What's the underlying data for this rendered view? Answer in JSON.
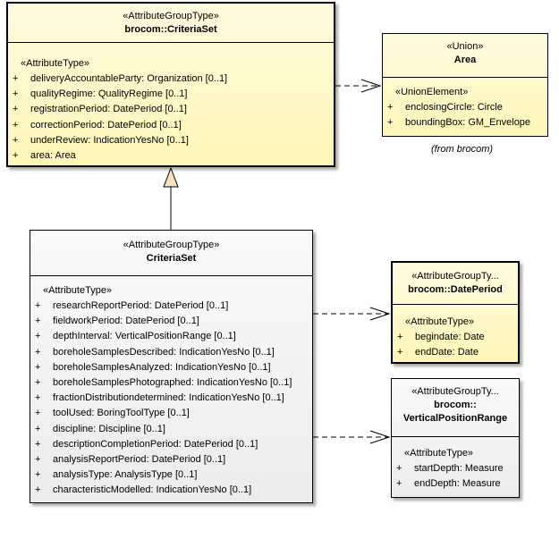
{
  "classes": {
    "criteria_set_main": {
      "stereotype": "«AttributeGroupType»",
      "name": "brocom::CriteriaSet",
      "section_stereotype": "«AttributeType»",
      "attributes": [
        {
          "vis": "+",
          "text": "deliveryAccountableParty: Organization [0..1]"
        },
        {
          "vis": "+",
          "text": "qualityRegime: QualityRegime [0..1]"
        },
        {
          "vis": "+",
          "text": "registrationPeriod: DatePeriod [0..1]"
        },
        {
          "vis": "+",
          "text": "correctionPeriod: DatePeriod [0..1]"
        },
        {
          "vis": "+",
          "text": "underReview: IndicationYesNo [0..1]"
        },
        {
          "vis": "+",
          "text": "area: Area"
        }
      ]
    },
    "area": {
      "stereotype": "«Union»",
      "name": "Area",
      "section_stereotype": "«UnionElement»",
      "attributes": [
        {
          "vis": "+",
          "text": "enclosingCircle: Circle"
        },
        {
          "vis": "+",
          "text": "boundingBox: GM_Envelope"
        }
      ],
      "note": "(from brocom)"
    },
    "criteria_set": {
      "stereotype": "«AttributeGroupType»",
      "name": "CriteriaSet",
      "section_stereotype": "«AttributeType»",
      "attributes": [
        {
          "vis": "+",
          "text": "researchReportPeriod: DatePeriod [0..1]"
        },
        {
          "vis": "+",
          "text": "fieldworkPeriod: DatePeriod [0..1]"
        },
        {
          "vis": "+",
          "text": "depthInterval: VerticalPositionRange [0..1]"
        },
        {
          "vis": "+",
          "text": "boreholeSamplesDescribed: IndicationYesNo [0..1]"
        },
        {
          "vis": "+",
          "text": "boreholeSamplesAnalyzed: IndicationYesNo [0..1]"
        },
        {
          "vis": "+",
          "text": "boreholeSamplesPhotographed: IndicationYesNo [0..1]"
        },
        {
          "vis": "+",
          "text": "fractionDistributiondetermined: IndicationYesNo [0..1]"
        },
        {
          "vis": "+",
          "text": "toolUsed: BoringToolType [0..1]"
        },
        {
          "vis": "+",
          "text": "discipline: Discipline [0..1]"
        },
        {
          "vis": "+",
          "text": "descriptionCompletionPeriod: DatePeriod [0..1]"
        },
        {
          "vis": "+",
          "text": "analysisReportPeriod: DatePeriod [0..1]"
        },
        {
          "vis": "+",
          "text": "analysisType: AnalysisType [0..1]"
        },
        {
          "vis": "+",
          "text": "characteristicModelled: IndicationYesNo [0..1]"
        }
      ]
    },
    "date_period": {
      "stereotype": "«AttributeGroupTy...",
      "name": "brocom::DatePeriod",
      "section_stereotype": "«AttributeType»",
      "attributes": [
        {
          "vis": "+",
          "text": "begindate: Date"
        },
        {
          "vis": "+",
          "text": "endDate: Date"
        }
      ]
    },
    "vertical_position_range": {
      "stereotype": "«AttributeGroupTy...",
      "name_line1": "brocom::",
      "name_line2": "VerticalPositionRange",
      "section_stereotype": "«AttributeType»",
      "attributes": [
        {
          "vis": "+",
          "text": "startDepth: Measure"
        },
        {
          "vis": "+",
          "text": "endDepth: Measure"
        }
      ]
    }
  }
}
